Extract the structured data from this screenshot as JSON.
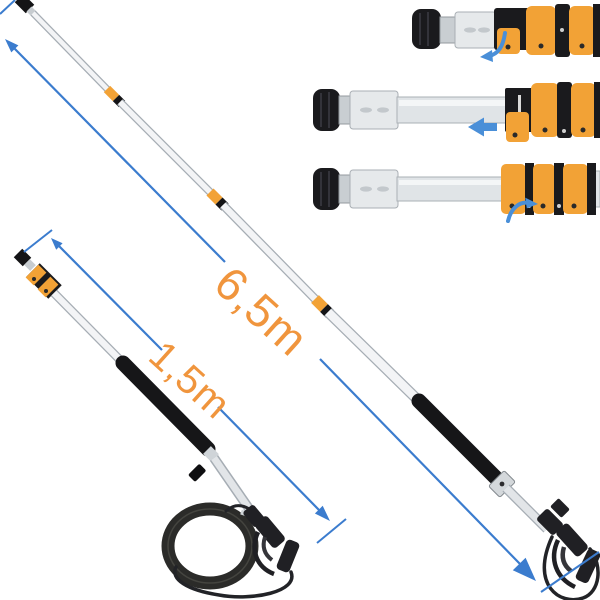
{
  "scene": {
    "background": "#FFFFFF"
  },
  "measurements": {
    "long": {
      "label": "6,5m"
    },
    "short": {
      "label": "1,5m"
    }
  },
  "colors": {
    "label_orange": "#F0953D",
    "clamp_orange": "#F2A236",
    "arrow_blue": "#4A8FD8",
    "dimension_blue": "#3B7CCE",
    "part_black": "#1A1A1D",
    "part_silver": "#E0E4E7"
  },
  "icons": {
    "dimension_long": "double-ended-diagonal-arrow",
    "dimension_short": "double-ended-diagonal-arrow",
    "inset_step_1": "rotate-open-arrow",
    "inset_step_2": "slide-left-arrow",
    "inset_step_3": "rotate-close-arrow"
  }
}
